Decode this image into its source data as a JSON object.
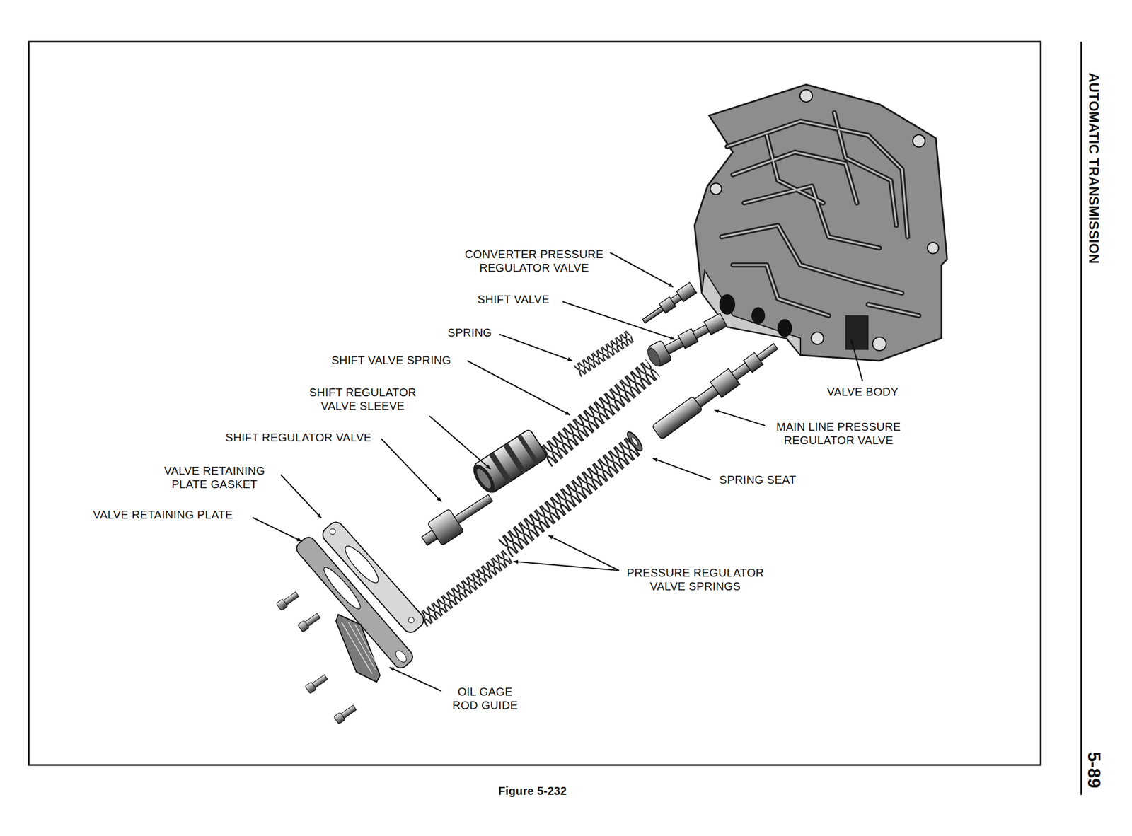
{
  "diagram": {
    "caption": "Figure 5-232",
    "labels": [
      "AUTOMATIC TRANSMISSION",
      "5-89",
      "CONVERTER PRESSURE REGULATOR VALVE",
      "SHIFT VALVE",
      "SPRING",
      "SHIFT VALVE SPRING",
      "SHIFT REGULATOR VALVE SLEEVE",
      "SHIFT REGULATOR VALVE",
      "VALVE RETAINING PLATE GASKET",
      "VALVE RETAINING PLATE",
      "VALVE BODY",
      "MAIN LINE PRESSURE REGULATOR VALVE",
      "SPRING SEAT",
      "PRESSURE REGULATOR VALVE SPRINGS",
      "OIL GAGE ROD GUIDE"
    ]
  }
}
